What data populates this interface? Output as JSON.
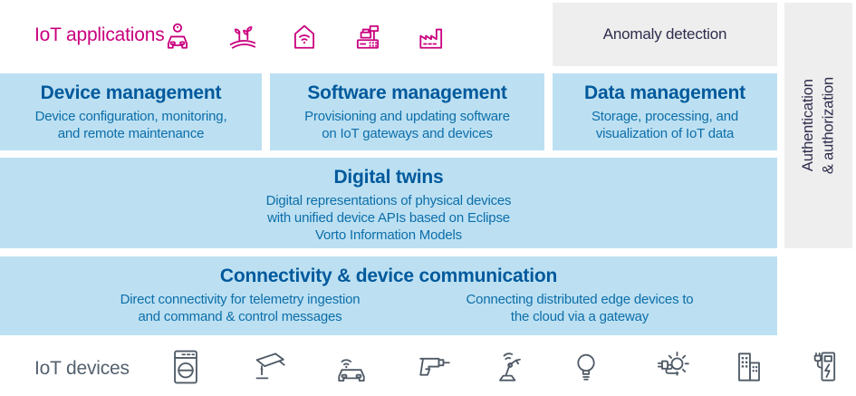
{
  "header": {
    "label": "IoT applications",
    "icons": [
      "connected-car",
      "agriculture",
      "smart-home",
      "point-of-sale",
      "factory"
    ],
    "anomaly_box_label": "Anomaly detection"
  },
  "auth_bar": {
    "label": "Authentication\n& authorization"
  },
  "rows": {
    "management": [
      {
        "title": "Device management",
        "body": "Device configuration, monitoring,\nand remote maintenance"
      },
      {
        "title": "Software management",
        "body": "Provisioning and updating software\non IoT gateways and devices"
      },
      {
        "title": "Data management",
        "body": "Storage, processing, and\nvisualization of IoT data"
      }
    ],
    "digital_twins": {
      "title": "Digital twins",
      "body": "Digital representations of physical devices\nwith unified device APIs based on Eclipse\nVorto Information Models"
    },
    "connectivity": {
      "title": "Connectivity & device communication",
      "left": "Direct connectivity for telemetry ingestion\nand command & control messages",
      "right": "Connecting distributed edge devices to\nthe cloud via a gateway"
    }
  },
  "footer": {
    "label": "IoT devices",
    "icons": [
      "washing-machine",
      "security-camera",
      "connected-car",
      "power-drill",
      "robot-arm",
      "light-bulb",
      "energy-grid",
      "buildings",
      "ev-charging-station"
    ]
  },
  "colors": {
    "accent_magenta": "#c9017e",
    "box_blue": "#bce0f2",
    "box_gray": "#eeeeee",
    "title_blue": "#00599c",
    "body_blue": "#0d6ea9",
    "navy_text": "#2e2d4d",
    "device_gray": "#4f5a66"
  }
}
